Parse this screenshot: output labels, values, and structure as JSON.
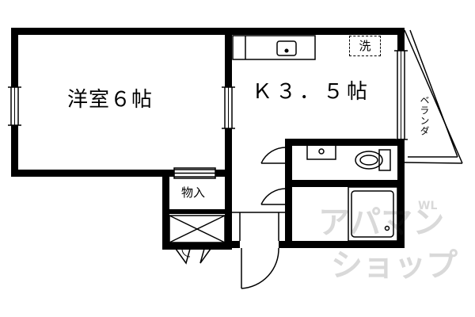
{
  "floorplan": {
    "rooms": {
      "western_room": "洋室６帖",
      "kitchen": "Ｋ３．５帖",
      "storage": "物入",
      "washer": "洗",
      "veranda": "ベランダ"
    },
    "watermark": {
      "line1": "アパマン",
      "line2": "ショップ",
      "mark": "WL"
    },
    "colors": {
      "wall": "#000000",
      "background": "#ffffff"
    }
  }
}
